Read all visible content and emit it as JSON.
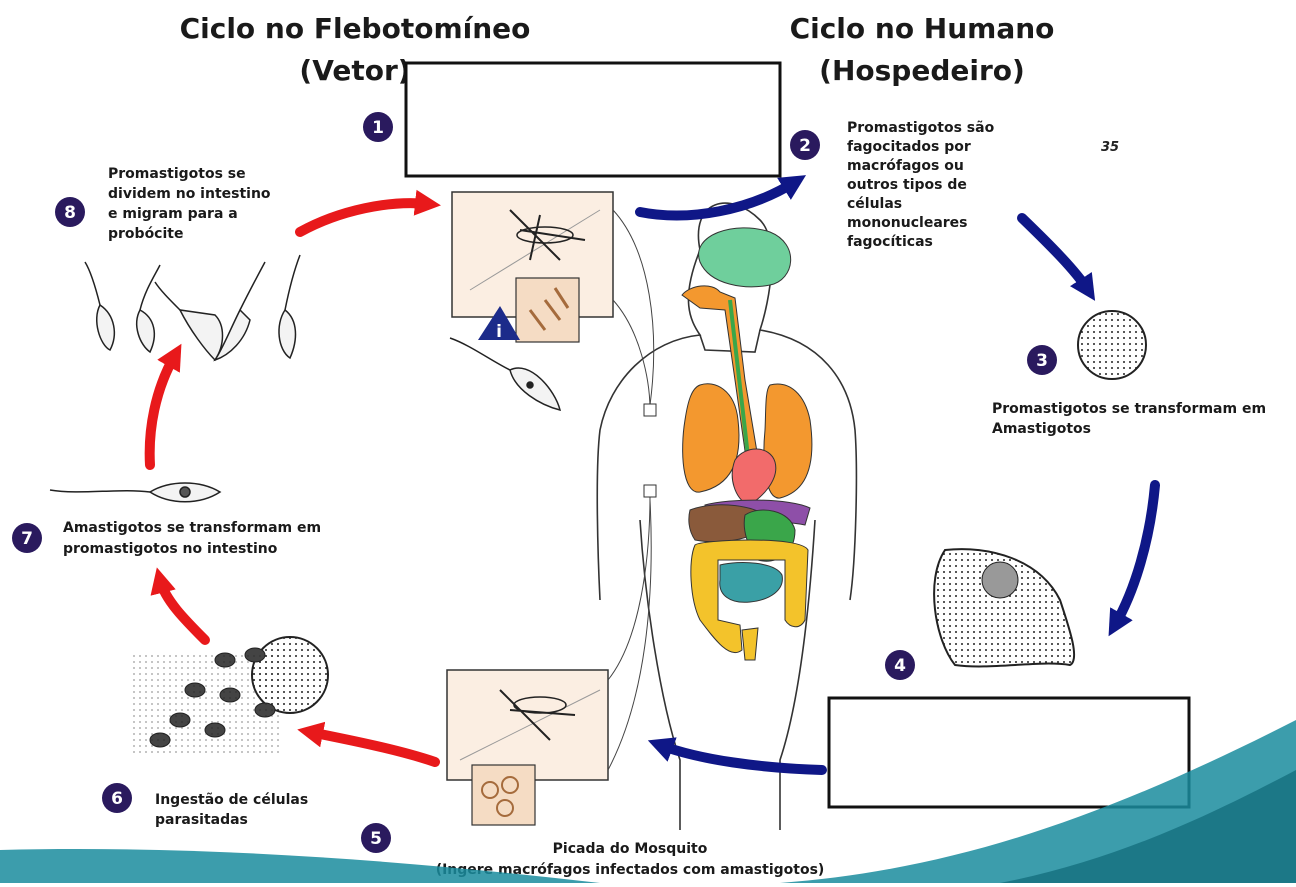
{
  "titles": {
    "vector_line1": "Ciclo no Flebotomíneo",
    "vector_line2": "(Vetor)",
    "host_line1": "Ciclo no Humano",
    "host_line2": "(Hospedeiro)"
  },
  "page_number": "35",
  "steps": [
    {
      "num": "1",
      "text": []
    },
    {
      "num": "2",
      "text": [
        "Promastigotos são",
        "fagocitados por",
        "macrófagos ou",
        "outros tipos de",
        "células",
        "mononucleares",
        "fagocíticas"
      ]
    },
    {
      "num": "3",
      "text": [
        "Promastigotos se transformam em",
        "Amastigotos"
      ]
    },
    {
      "num": "4",
      "text": []
    },
    {
      "num": "5",
      "text": [
        "Picada do Mosquito",
        "(Ingere macrófagos infectados com amastigotos)"
      ]
    },
    {
      "num": "6",
      "text": [
        "Ingestão de células",
        "parasitadas"
      ]
    },
    {
      "num": "7",
      "text": [
        "Amastigotos se transformam em",
        "promastigotos no intestino"
      ]
    },
    {
      "num": "8",
      "text": [
        "Promastigotos se",
        "dividem no intestino",
        "e migram para a",
        "probócite"
      ]
    }
  ],
  "info_marker": "i",
  "colors": {
    "red_arrow": "#e8191b",
    "blue_arrow": "#0f1787",
    "step_circle": "#2a1a5e",
    "brain": "#6fcf9c",
    "lungs": "#f3982f",
    "heart": "#f26b6b",
    "liver": "#8a5a3b",
    "stomach": "#3aa64a",
    "intestine": "#f3c32b",
    "small_intestine": "#3aa0a6",
    "spleen": "#8e4fa8",
    "teal_swoosh": "#1a8c9e"
  }
}
